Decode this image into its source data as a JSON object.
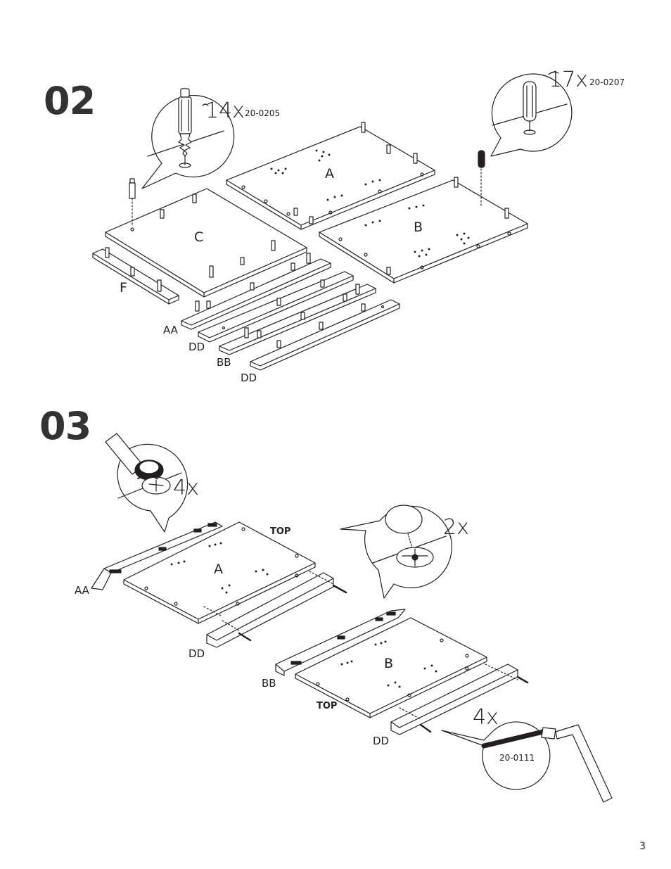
{
  "page": {
    "number": "3"
  },
  "step02": {
    "title": "02",
    "callout_left": {
      "qty": "14x",
      "code": "20-0205"
    },
    "callout_right": {
      "qty": "17x",
      "code": "20-0207"
    },
    "parts": {
      "a": "A",
      "b": "B",
      "c": "C",
      "f": "F",
      "aa": "AA",
      "dd1": "DD",
      "bb": "BB",
      "dd2": "DD"
    }
  },
  "step03": {
    "title": "03",
    "callout_cam": {
      "qty": "4x"
    },
    "callout_cap": {
      "qty": "2x"
    },
    "callout_screw": {
      "qty": "4x",
      "code": "20-0111"
    },
    "parts": {
      "a": "A",
      "aa": "AA",
      "dd1": "DD",
      "top1": "TOP",
      "b": "B",
      "bb": "BB",
      "top2": "TOP",
      "dd2": "DD"
    }
  }
}
